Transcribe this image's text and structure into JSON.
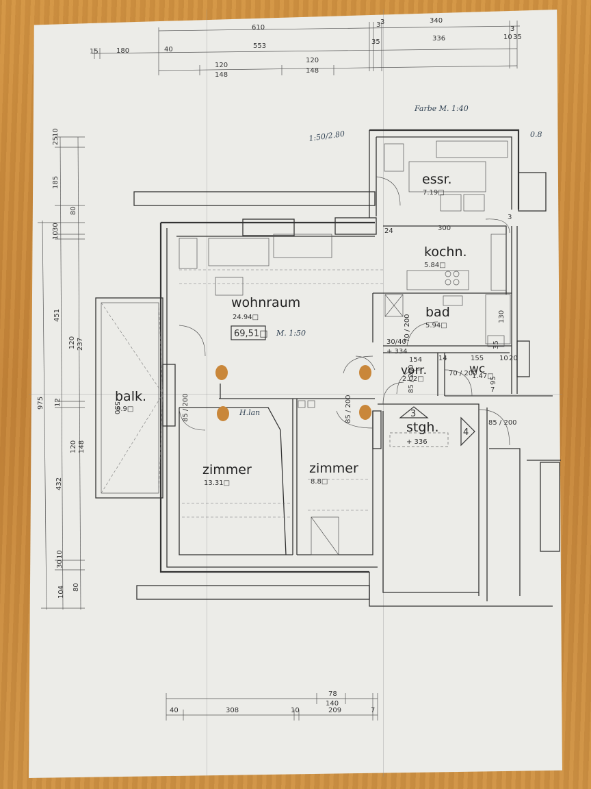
{
  "rooms": {
    "essr": {
      "name": "essr.",
      "area": "7.19□"
    },
    "kochn": {
      "name": "kochn.",
      "area": "5.84□"
    },
    "wohnraum": {
      "name": "wohnraum",
      "area": "24.94□"
    },
    "bad": {
      "name": "bad",
      "area": "5.94□"
    },
    "vorr": {
      "name": "vorr.",
      "area": "2.02□"
    },
    "wc": {
      "name": "wc",
      "area": "1.47□"
    },
    "balk": {
      "name": "balk.",
      "area": "9.9□"
    },
    "zimmer1": {
      "name": "zimmer",
      "area": "13.31□"
    },
    "zimmer2": {
      "name": "zimmer",
      "area": "8.8□"
    },
    "stgh": {
      "name": "stgh.",
      "level": "+ 336"
    }
  },
  "total_area": "69,51□",
  "scale_note": "M. 1:50",
  "handwritten": {
    "top_right": "Farbe M. 1:40",
    "top_mid": "1:50/2.80",
    "corner": "0.8",
    "bedroom": "H.lan"
  },
  "stair_markers": [
    "3",
    "4"
  ],
  "levels": {
    "vorr": "+ 334",
    "stgh": "+ 336"
  },
  "dims_top": {
    "row1": [
      "610",
      "3",
      "3",
      "340",
      "3"
    ],
    "row2": [
      "15",
      "180",
      "40",
      "553",
      "35",
      "336",
      "10",
      "35"
    ],
    "row3": [
      "120",
      "148",
      "120",
      "148"
    ]
  },
  "dims_bottom": {
    "row1": [
      "78",
      "140"
    ],
    "row2": [
      "40",
      "308",
      "10",
      "209",
      "7"
    ]
  },
  "dims_left": {
    "outer": [
      "975"
    ],
    "mid": [
      "185",
      "451",
      "432",
      "104"
    ],
    "inner": [
      "25",
      "10",
      "80",
      "10",
      "30",
      "120",
      "237",
      "12",
      "120",
      "148",
      "30",
      "10",
      "80"
    ]
  },
  "dims_inner": {
    "kitchen_width": "300",
    "wall_24": "24",
    "bath_130": "130",
    "bath_35": "35",
    "vorr_154": "154",
    "wc_155": "155",
    "wc_10": "10",
    "wc_20": "20",
    "wc_95": "95",
    "wc_14": "14",
    "wc_7": "7",
    "bad_3040": "30/40",
    "balk_550": "550",
    "door_85_200": "85 / 200",
    "door_70_200": "70 / 200"
  }
}
